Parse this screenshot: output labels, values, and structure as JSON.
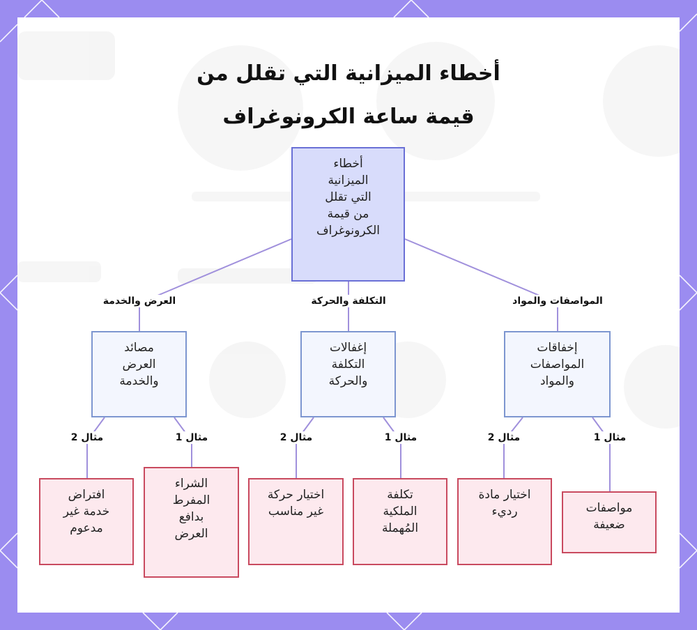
{
  "title": "أخطاء الميزانية التي تقلل من\nقيمة ساعة الكرونوغراف",
  "root": "أخطاء\nالميزانية\nالتي تقلل\nمن قيمة\nالكرونوغراف",
  "categories": [
    {
      "edge_label": "العرض والخدمة",
      "label": "مصائد\nالعرض\nوالخدمة",
      "examples": [
        {
          "edge_label": "مثال 2",
          "label": "افتراض\nخدمة غير\nمدعوم"
        },
        {
          "edge_label": "مثال 1",
          "label": "الشراء\nالمفرط\nبدافع\nالعرض"
        }
      ]
    },
    {
      "edge_label": "التكلفة والحركة",
      "label": "إغفالات\nالتكلفة\nوالحركة",
      "examples": [
        {
          "edge_label": "مثال 2",
          "label": "اختيار حركة\nغير مناسب"
        },
        {
          "edge_label": "مثال 1",
          "label": "تكلفة\nالملكية\nالمُهملة"
        }
      ]
    },
    {
      "edge_label": "المواصفات والمواد",
      "label": "إخفاقات\nالمواصفات\nوالمواد",
      "examples": [
        {
          "edge_label": "مثال 2",
          "label": "اختيار مادة\nرديء"
        },
        {
          "edge_label": "مثال 1",
          "label": "مواصفات\nضعيفة"
        }
      ]
    }
  ],
  "colors": {
    "frame": "#9b8cf0",
    "edge": "#a090dc",
    "root_fill": "#d8dcfb",
    "root_border": "#6a70d6",
    "category_fill": "#f3f6fe",
    "category_border": "#7d96d0",
    "leaf_fill": "#fde9ee",
    "leaf_border": "#c94a5f"
  }
}
